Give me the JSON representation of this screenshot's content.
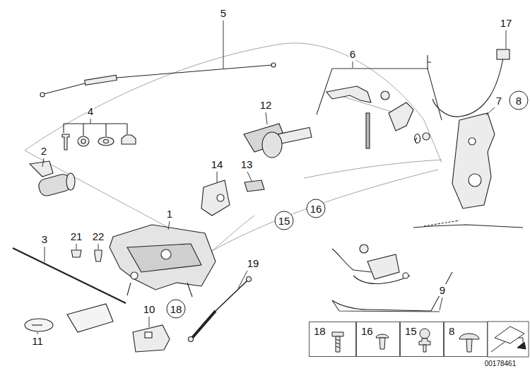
{
  "diagram": {
    "nodes": [
      {
        "text": [
          "8"
        ]
      },
      {
        "text": [
          "16"
        ]
      },
      {
        "text": [
          "15"
        ]
      },
      {
        "text": [
          "18"
        ]
      },
      {
        "text": [
          "18"
        ]
      },
      {
        "text": [
          "16"
        ]
      },
      {
        "text": [
          "15"
        ]
      },
      {
        "text": [
          "8"
        ]
      }
    ],
    "labels": [
      "5",
      "17",
      "6",
      "4",
      "12",
      "7",
      "2",
      "14",
      "13",
      "1",
      "21",
      "22",
      "3",
      "19",
      "9",
      "10",
      "11",
      "00178461"
    ]
  }
}
